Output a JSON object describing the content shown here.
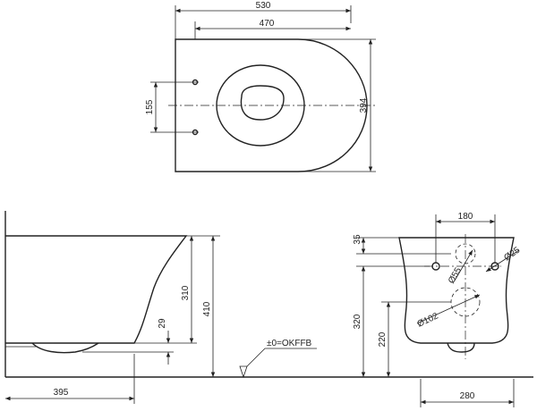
{
  "top_view": {
    "width_overall": "530",
    "width_bowl": "470",
    "depth": "394",
    "fixing_spacing": "155"
  },
  "side_view": {
    "rim_height_above_floor": "410",
    "bowl_height": "310",
    "outlet_height": "29",
    "projection": "395",
    "floor_reference": "±0=OKFFB"
  },
  "rear_view": {
    "fixing_hole_spacing": "180",
    "top_offset": "35",
    "inlet_diameter": "Ø55",
    "fixing_hole_diameter": "Ø25",
    "outlet_diameter": "Ø102",
    "inlet_height": "320",
    "outlet_height": "220",
    "base_width": "280"
  }
}
